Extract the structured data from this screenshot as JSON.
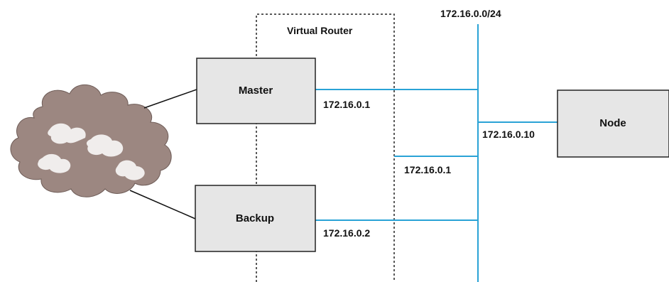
{
  "colors": {
    "network_line": "#2aa3d6",
    "box_fill": "#e6e6e6",
    "box_stroke": "#222222",
    "cloud_fill": "#9c8781",
    "link_line": "#111111",
    "dashed_line": "#222222"
  },
  "icons": {
    "cloud": "cloud-icon"
  },
  "labels": {
    "network": "172.16.0.0/24",
    "virtual_router": "Virtual Router",
    "master_ip": "172.16.0.1",
    "virtual_ip": "172.16.0.1",
    "backup_ip": "172.16.0.2",
    "node_ip": "172.16.0.10"
  },
  "boxes": {
    "master": "Master",
    "backup": "Backup",
    "node": "Node"
  }
}
